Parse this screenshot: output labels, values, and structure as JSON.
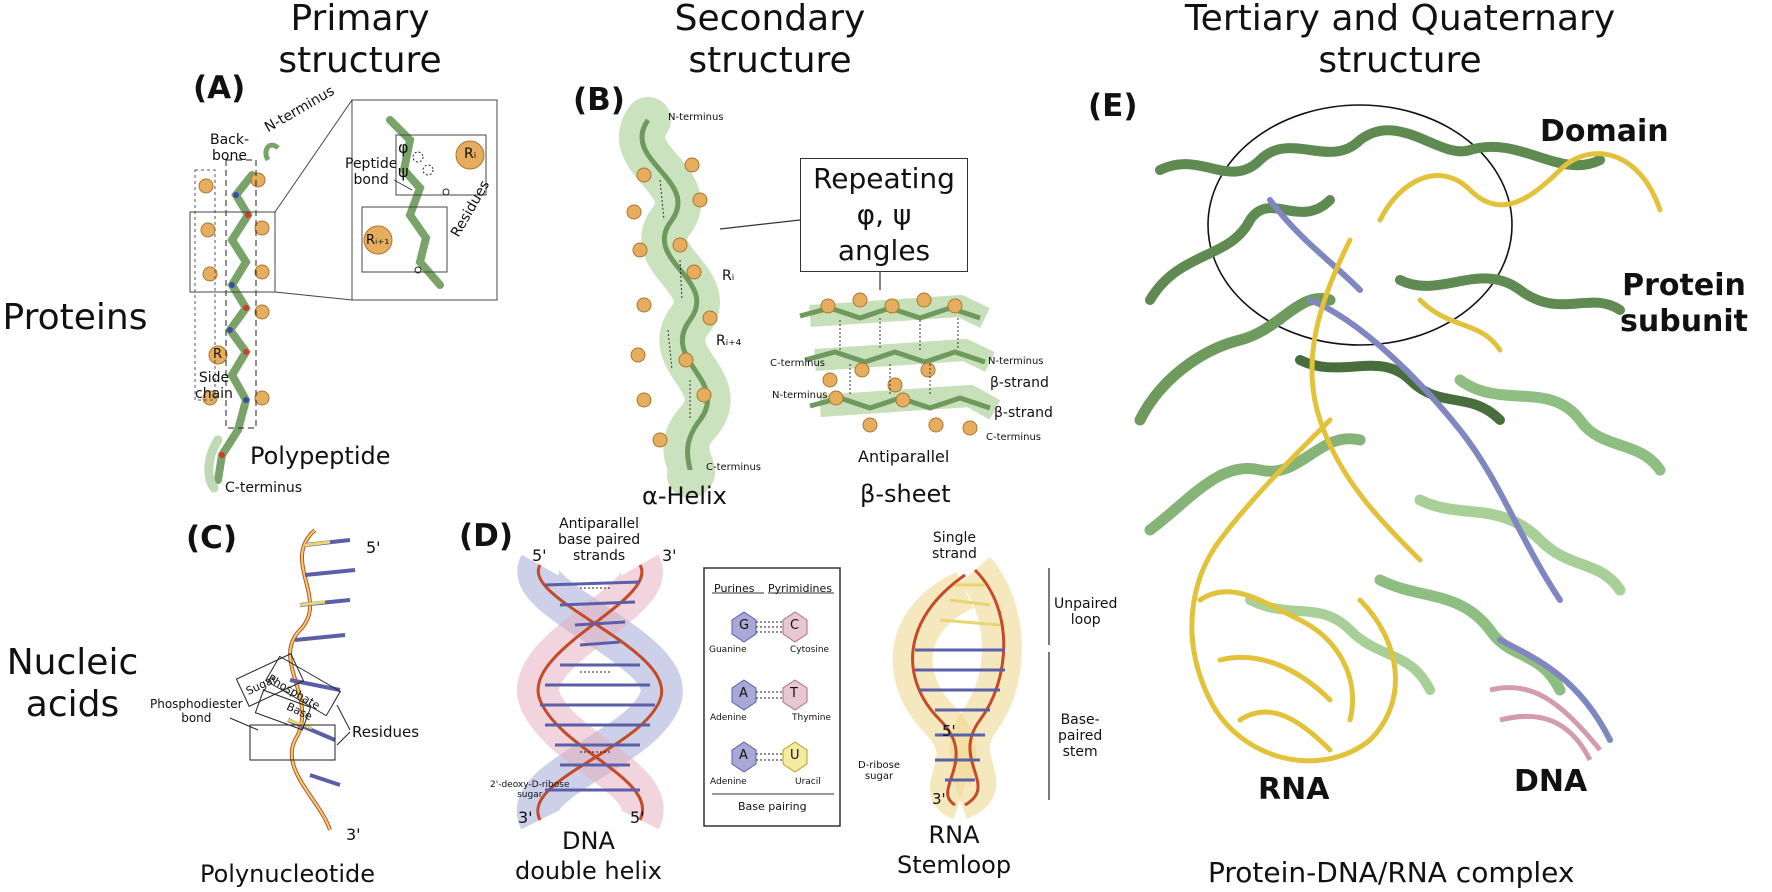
{
  "column_titles": {
    "primary": "Primary\nstructure",
    "secondary": "Secondary\nstructure",
    "tertiary": "Tertiary and Quaternary\nstructure"
  },
  "row_titles": {
    "proteins": "Proteins",
    "nucleic": "Nucleic\nacids"
  },
  "panels": {
    "A": "(A)",
    "B": "(B)",
    "C": "(C)",
    "D": "(D)",
    "E": "(E)"
  },
  "panel_a": {
    "backbone": "Back-\nbone",
    "n_terminus": "N-terminus",
    "side_chain": "Side\nchain",
    "r": "R",
    "polypeptide": "Polypeptide",
    "c_terminus": "C-terminus",
    "phi": "φ",
    "psi": "ψ",
    "peptide_bond": "Peptide\nbond",
    "residues": "Residues",
    "ri": "Rᵢ",
    "ri1": "Rᵢ₊₁"
  },
  "panel_b": {
    "repeating": "Repeating\nφ, ψ angles",
    "n_terminus": "N-terminus",
    "ri": "Rᵢ",
    "ri4": "Rᵢ₊₄",
    "c_terminus": "C-terminus",
    "alpha_helix": "α-Helix",
    "beta_sheet": "β-sheet",
    "antiparallel": "Antiparallel",
    "sheet_c_terminus": "C-terminus",
    "sheet_n_terminus": "N-terminus",
    "sheet_n_terminus_left": "N-terminus",
    "beta_strand_1": "β-strand",
    "beta_strand_2": "β-strand",
    "sheet_c_terminus_right": "C-terminus"
  },
  "panel_c": {
    "five_prime": "5'",
    "three_prime": "3'",
    "phosphate": "Phosphate",
    "sugar": "Sugar",
    "base": "Base",
    "phosphodiester": "Phosphodiester\nbond",
    "residues": "Residues",
    "polynucleotide": "Polynucleotide"
  },
  "panel_d": {
    "antiparallel_strands": "Antiparallel\nbase paired\nstrands",
    "five_prime_top": "5'",
    "three_prime_top": "3'",
    "three_prime_bottom": "3'",
    "five_prime_bottom": "5'",
    "deoxyribose": "2'-deoxy-D-ribose\nsugar",
    "dna": "DNA\ndouble helix",
    "purines": "Purines",
    "pyrimidines": "Pyrimidines",
    "pairs": [
      {
        "left": "G",
        "right": "C",
        "left_name": "Guanine",
        "right_name": "Cytosine"
      },
      {
        "left": "A",
        "right": "T",
        "left_name": "Adenine",
        "right_name": "Thymine"
      },
      {
        "left": "A",
        "right": "U",
        "left_name": "Adenine",
        "right_name": "Uracil"
      }
    ],
    "base_pairing": "Base pairing",
    "single_strand": "Single\nstrand",
    "unpaired_loop": "Unpaired\nloop",
    "base_paired_stem": "Base-\npaired\nstem",
    "ribose": "D-ribose\nsugar",
    "five_prime_rna": "5'",
    "three_prime_rna": "3'",
    "rna_stemloop": "RNA\nStemloop"
  },
  "panel_e": {
    "domain": "Domain",
    "protein_subunit": "Protein\nsubunit",
    "rna": "RNA",
    "dna": "DNA",
    "complex": "Protein-DNA/RNA complex"
  },
  "colors": {
    "protein_green": "#6e9a5e",
    "protein_light": "#a9cf99",
    "rna_yellow": "#e2c23a",
    "dna_blue": "#7f86c0",
    "dna_pink": "#d49bb0",
    "atom_orange": "#e6ad5e",
    "oxygen_red": "#d23a2a",
    "nitrogen_blue": "#3b4ba8"
  }
}
